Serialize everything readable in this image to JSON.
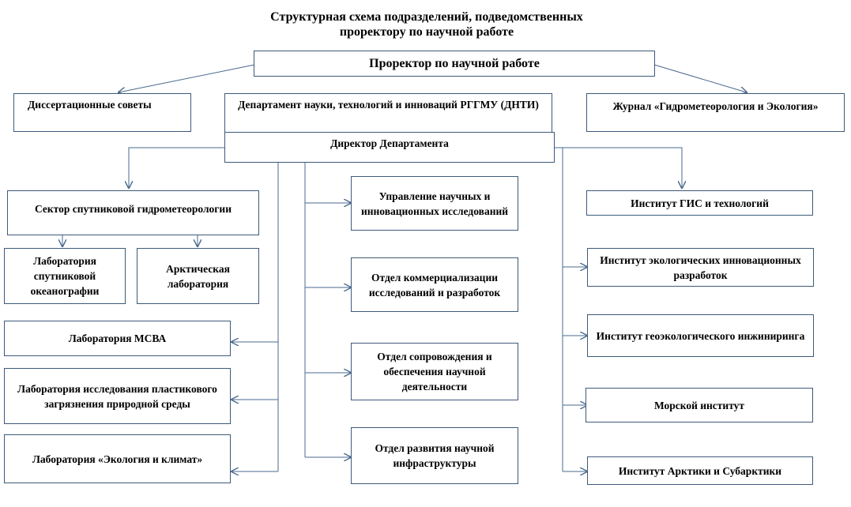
{
  "title": {
    "line1": "Структурная схема подразделений, подведомственных",
    "line2": "проректору по научной работе"
  },
  "nodes": {
    "prorector": "Проректор по научной работе",
    "councils": "Диссертационные советы",
    "dnti": "Департамент науки, технологий и инноваций РГГМУ (ДНТИ)",
    "director": "Директор Департамента",
    "journal": "Журнал «Гидрометеорология и Экология»",
    "sat_sector": "Сектор спутниковой гидрометеорологии",
    "lab_sat_ocean": "Лаборатория спутниковой океанографии",
    "lab_arctic": "Арктическая лаборатория",
    "lab_msva": "Лаборатория МСВА",
    "lab_plastic": "Лаборатория исследования пластикового загрязнения природной среды",
    "lab_ecoclim": "Лаборатория «Экология и климат»",
    "dept_research": "Управление научных и инновационных исследований",
    "dept_commerc": "Отдел коммерциализации исследований и разработок",
    "dept_support": "Отдел сопровождения и обеспечения научной деятельности",
    "dept_infra": "Отдел развития научной инфраструктуры",
    "inst_gis": "Институт ГИС и технологий",
    "inst_eco": "Институт экологических инновационных разработок",
    "inst_geoeco": "Институт геоэкологического инжиниринга",
    "inst_sea": "Морской институт",
    "inst_arctic": "Институт Арктики и Субарктики"
  },
  "colors": {
    "line": "#4a6a8c",
    "border": "#3d5a7a"
  }
}
